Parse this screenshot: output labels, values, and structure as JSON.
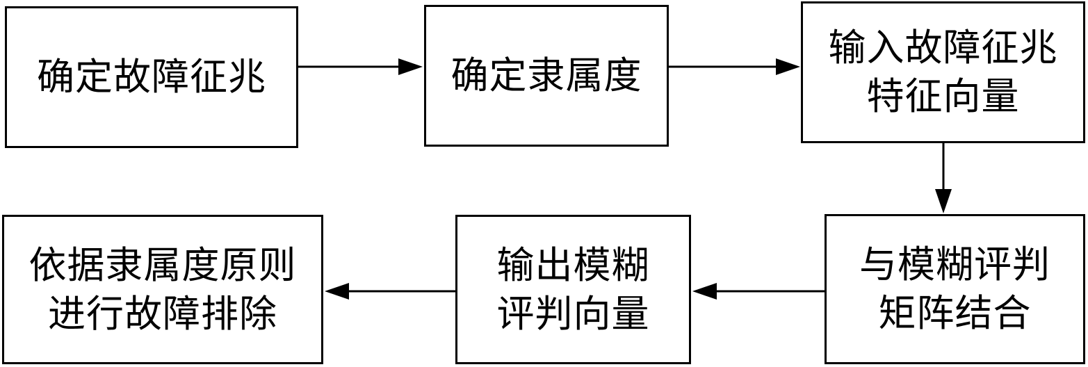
{
  "nodes": {
    "n1": {
      "lines": [
        "确定故障征兆"
      ]
    },
    "n2": {
      "lines": [
        "确定隶属度"
      ]
    },
    "n3": {
      "lines": [
        "输入故障征兆",
        "特征向量"
      ]
    },
    "n4": {
      "lines": [
        "与模糊评判",
        "矩阵结合"
      ]
    },
    "n5": {
      "lines": [
        "输出模糊",
        "评判向量"
      ]
    },
    "n6": {
      "lines": [
        "依据隶属度原则",
        "进行故障排除"
      ]
    }
  },
  "edges": [
    {
      "from": "n1",
      "to": "n2"
    },
    {
      "from": "n2",
      "to": "n3"
    },
    {
      "from": "n3",
      "to": "n4"
    },
    {
      "from": "n4",
      "to": "n5"
    },
    {
      "from": "n5",
      "to": "n6"
    }
  ]
}
